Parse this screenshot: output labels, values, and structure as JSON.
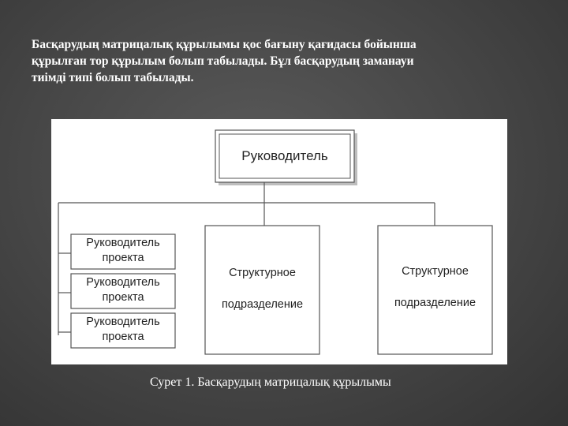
{
  "slide": {
    "text_lines": [
      "Басқарудың матрицалық құрылымы қос бағыну қағидасы бойынша",
      "құрылған тор құрылым болып табылады. Бұл басқарудың заманауи",
      "тиімді  типі болып табылады."
    ],
    "caption": "Сурет  1. Басқарудың матрицалық құрылымы"
  },
  "diagram": {
    "head": "Руководитель",
    "project_managers": [
      {
        "line1": "Руководитель",
        "line2": "проекта"
      },
      {
        "line1": "Руководитель",
        "line2": "проекта"
      },
      {
        "line1": "Руководитель",
        "line2": "проекта"
      }
    ],
    "departments": [
      {
        "line1": "Структурное",
        "line2": "подразделение"
      },
      {
        "line1": "Структурное",
        "line2": "подразделение"
      }
    ]
  },
  "colors": {
    "background": "#454545",
    "text": "#ffffff",
    "panel": "#ffffff",
    "lines": "#555555"
  }
}
